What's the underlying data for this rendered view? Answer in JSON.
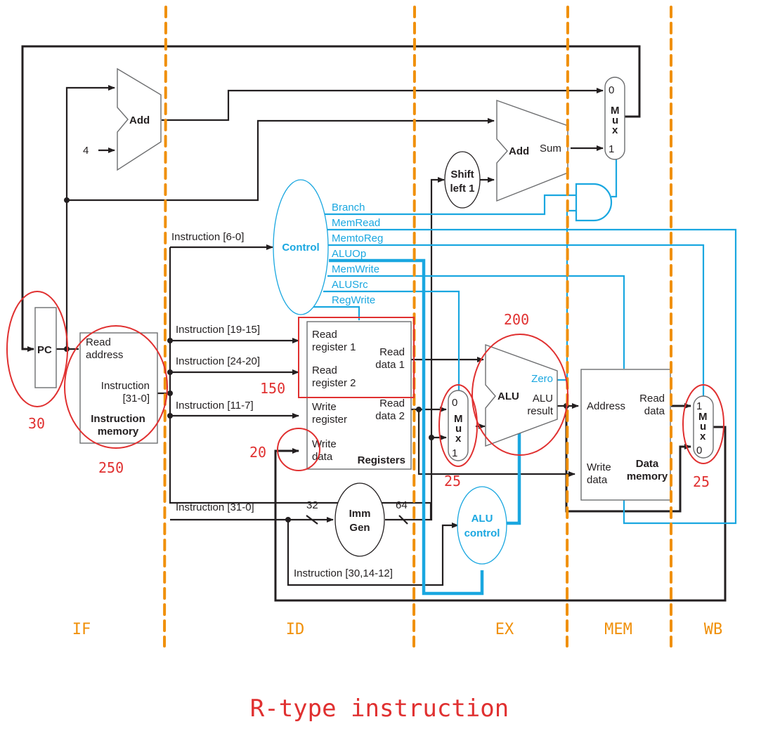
{
  "title": "R-type instruction",
  "stages": [
    "IF",
    "ID",
    "EX",
    "MEM",
    "WB"
  ],
  "components": {
    "pc": "PC",
    "pc_adder": "Add",
    "const_four": "4",
    "instruction_memory": {
      "read_address": [
        "Read",
        "address"
      ],
      "instruction_out": [
        "Instruction",
        "[31-0]"
      ],
      "name": [
        "Instruction",
        "memory"
      ]
    },
    "control": "Control",
    "control_signals": [
      "Branch",
      "MemRead",
      "MemtoReg",
      "ALUOp",
      "MemWrite",
      "ALUSrc",
      "RegWrite"
    ],
    "instruction_fields": {
      "opcode": "Instruction [6-0]",
      "rs1": "Instruction [19-15]",
      "rs2": "Instruction [24-20]",
      "rd": "Instruction [11-7]",
      "full": "Instruction [31-0]",
      "funct": "Instruction [30,14-12]"
    },
    "registers": {
      "read_register_1": [
        "Read",
        "register 1"
      ],
      "read_register_2": [
        "Read",
        "register 2"
      ],
      "write_register": [
        "Write",
        "register"
      ],
      "write_data": [
        "Write",
        "data"
      ],
      "read_data_1": [
        "Read",
        "data 1"
      ],
      "read_data_2": [
        "Read",
        "data 2"
      ],
      "name": "Registers"
    },
    "imm_gen": [
      "Imm",
      "Gen"
    ],
    "bus_width_in": "32",
    "bus_width_out": "64",
    "shift_left": [
      "Shift",
      "left 1"
    ],
    "branch_adder": {
      "name": "Add",
      "out": "Sum"
    },
    "alu": {
      "name": "ALU",
      "zero": "Zero",
      "result": [
        "ALU",
        "result"
      ]
    },
    "alu_control": [
      "ALU",
      "control"
    ],
    "data_memory": {
      "address": "Address",
      "read_data": [
        "Read",
        "data"
      ],
      "write_data": [
        "Write",
        "data"
      ],
      "name": [
        "Data",
        "memory"
      ]
    },
    "mux_label": [
      "M",
      "u",
      "x"
    ],
    "pc_mux_inputs": [
      "0",
      "1"
    ],
    "alu_mux_inputs": [
      "0",
      "1"
    ],
    "wb_mux_inputs": [
      "1",
      "0"
    ]
  },
  "annotations": {
    "pc_latency": "30",
    "imem_latency": "250",
    "regread_latency": "150",
    "regwrite_latency": "20",
    "alu_mux_latency": "25",
    "alu_latency": "200",
    "wb_mux_latency": "25"
  },
  "colors": {
    "wire": "#231f20",
    "control": "#1aa7e0",
    "stage_divider": "#f0900a",
    "annotation": "#e03030"
  }
}
